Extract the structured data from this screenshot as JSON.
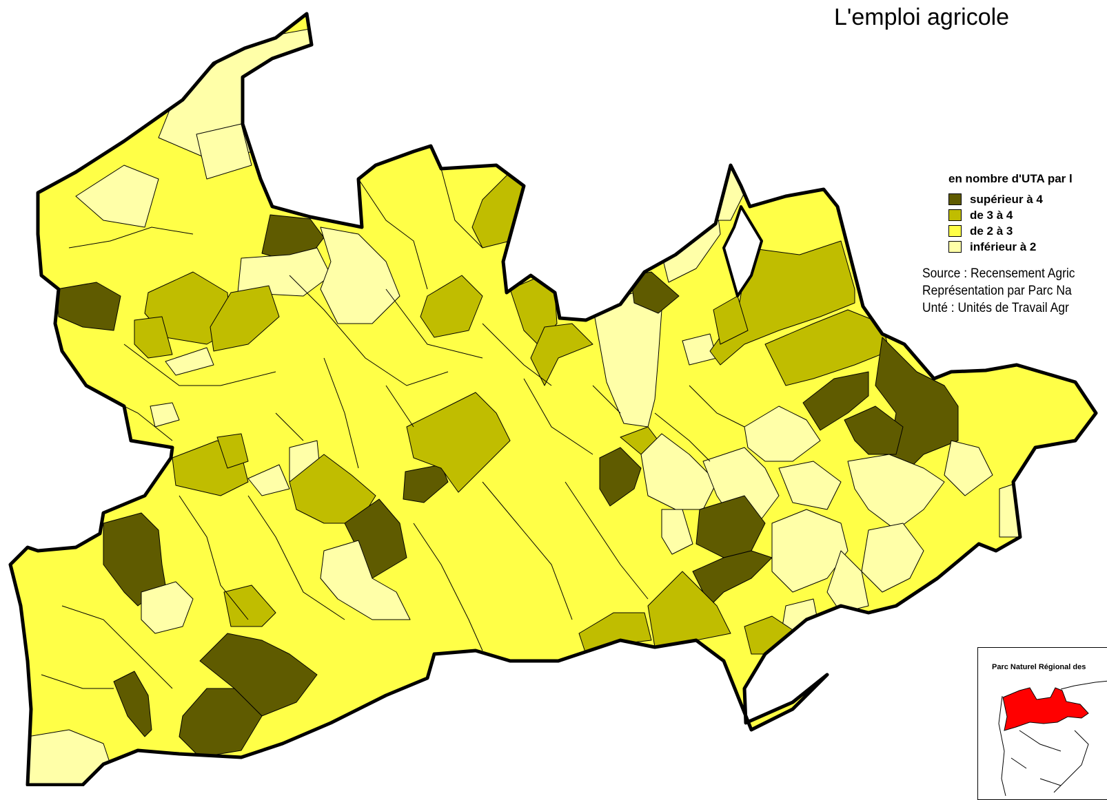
{
  "title": "L'emploi agricole",
  "legend": {
    "title": "en nombre d'UTA par l",
    "items": [
      {
        "label": "supérieur à 4",
        "color": "#5f5b00"
      },
      {
        "label": "de 3 à 4",
        "color": "#c0bd00"
      },
      {
        "label": "de 2 à 3",
        "color": "#ffff47"
      },
      {
        "label": "inférieur à 2",
        "color": "#ffffa8"
      }
    ]
  },
  "notes": [
    "Source : Recensement Agric",
    "Représentation par Parc Na",
    "Unté : Unités de Travail Agr"
  ],
  "inset": {
    "title": "Parc Naturel Régional des",
    "highlight_color": "#ff0000"
  },
  "colors": {
    "border": "#000000",
    "background": "#ffffff"
  }
}
